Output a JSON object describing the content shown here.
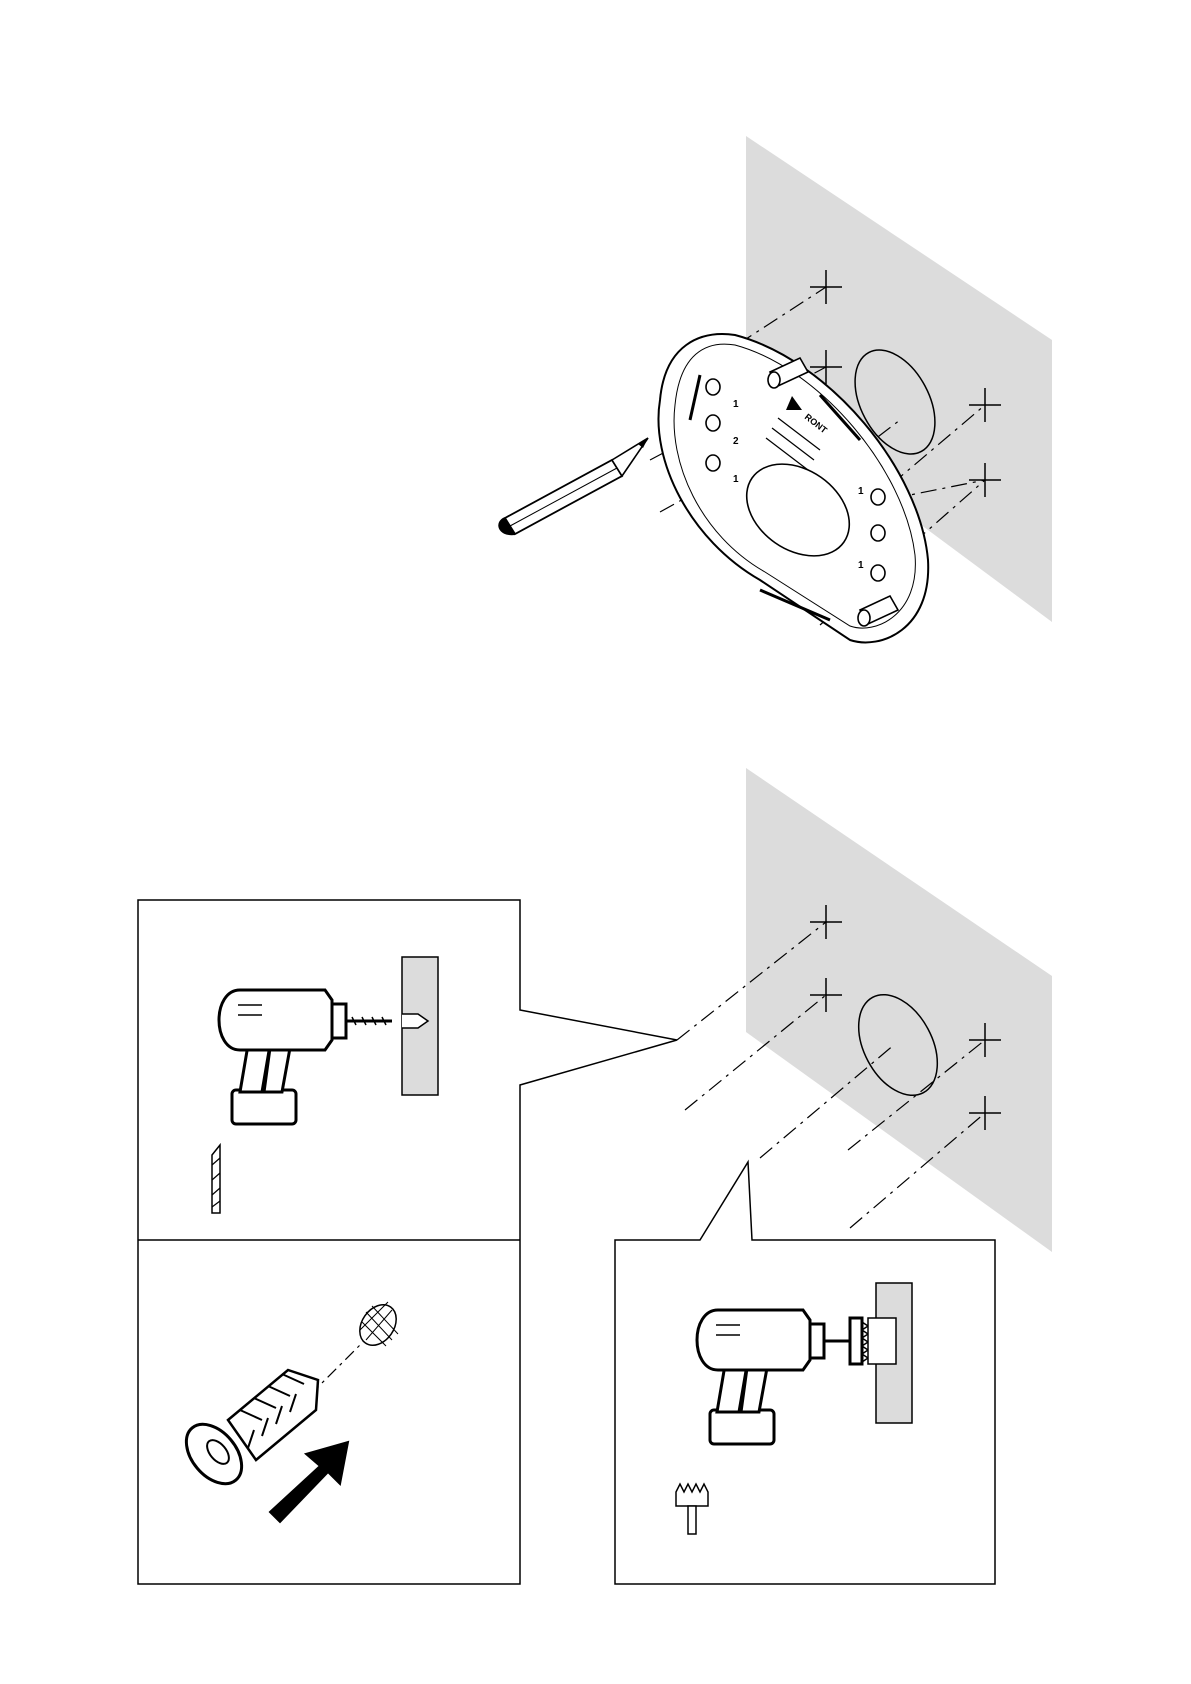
{
  "figure": {
    "hole_labels": [
      "1",
      "2",
      "1",
      "1",
      "1"
    ],
    "plate_text": "RONT",
    "colors": {
      "wall": "#dcdcdc",
      "line": "#000000",
      "arrow": "#000000"
    },
    "icons": [
      "wall-surface-icon",
      "mounting-plate-icon",
      "pencil-icon",
      "drill-icon",
      "drill-bit-icon",
      "wall-plug-icon",
      "push-arrow-icon",
      "hole-saw-icon"
    ]
  }
}
